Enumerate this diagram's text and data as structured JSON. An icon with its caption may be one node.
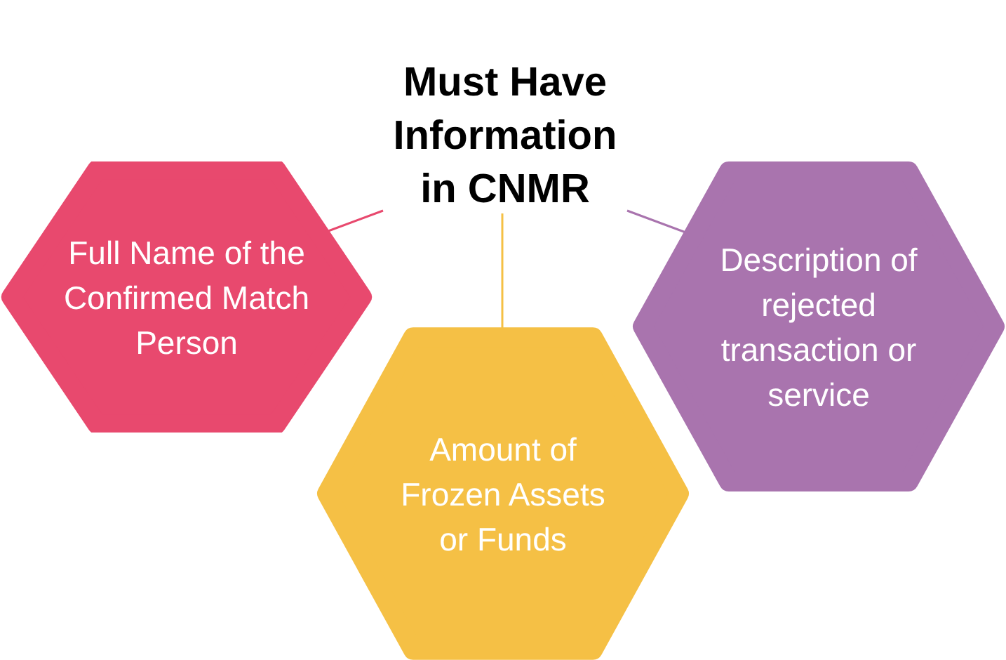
{
  "diagram": {
    "nodes": [
      {
        "text": [
          "Must Have Information in CNMR"
        ]
      },
      {
        "text": [
          "Full Name of the Confirmed Match Person"
        ]
      },
      {
        "text": [
          "Amount of Frozen Assets or Funds"
        ]
      },
      {
        "text": [
          "Description of rejected transaction or service"
        ]
      }
    ],
    "edges": [
      {
        "from": 0,
        "to": 1,
        "arrow": "none",
        "color": "#e8496e"
      },
      {
        "from": 0,
        "to": 2,
        "arrow": "none",
        "color": "#f5c045"
      },
      {
        "from": 0,
        "to": 3,
        "arrow": "none",
        "color": "#a974ae"
      }
    ]
  }
}
